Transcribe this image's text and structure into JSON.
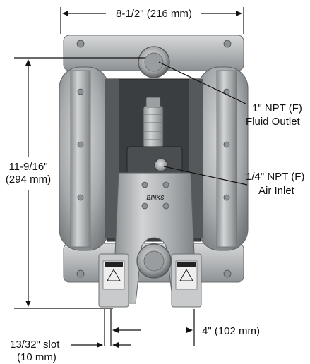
{
  "dimensions": {
    "width": "8-1/2\" (216 mm)",
    "height_line1": "11-9/16\"",
    "height_line2": "(294 mm)",
    "slot_line1": "13/32\" slot",
    "slot_line2": "(10 mm)",
    "foot_spacing": "4\" (102 mm)"
  },
  "callouts": {
    "fluid_outlet_line1": "1\" NPT (F)",
    "fluid_outlet_line2": "Fluid Outlet",
    "air_inlet_line1": "1/4\" NPT (F)",
    "air_inlet_line2": "Air Inlet"
  },
  "brand": "BINKS",
  "colors": {
    "background": "#ffffff",
    "ink": "#111111",
    "metal": "#b8bbbd",
    "metal_dark": "#6f7375"
  }
}
